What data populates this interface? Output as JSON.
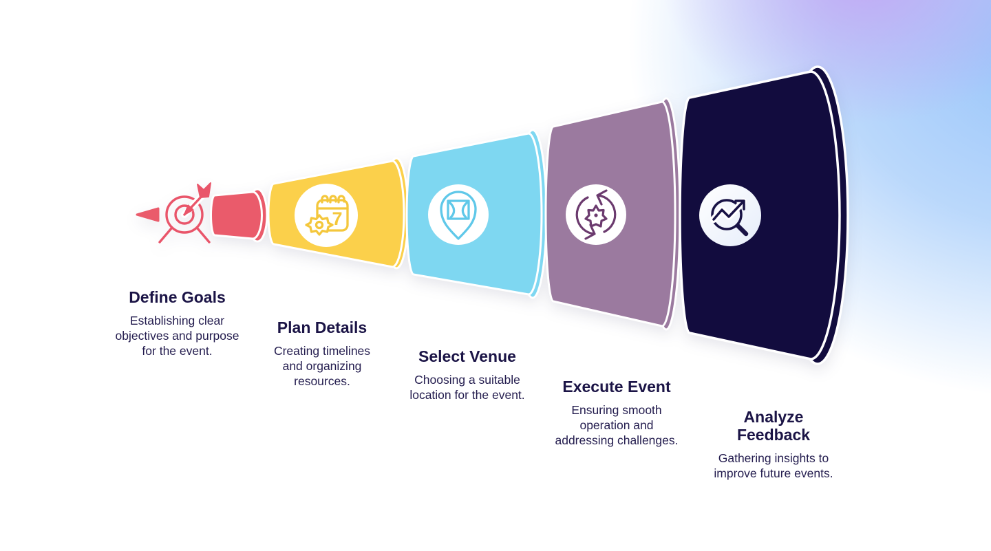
{
  "diagram": {
    "type": "funnel",
    "orientation": "horizontal-left-to-right",
    "stages": [
      {
        "label": "Define Goals",
        "description": "Establishing clear objectives and purpose for the event.",
        "color": "#EA5B6B",
        "icon": "target-arrow-icon"
      },
      {
        "label": "Plan Details",
        "description": "Creating timelines and organizing resources.",
        "color": "#FBD04B",
        "icon": "calendar-gear-icon"
      },
      {
        "label": "Select Venue",
        "description": "Choosing a suitable location for the event.",
        "color": "#7ED7F1",
        "icon": "venue-pin-icon"
      },
      {
        "label": "Execute Event",
        "description": "Ensuring smooth operation and addressing challenges.",
        "color": "#9B7A9F",
        "icon": "process-cycle-icon"
      },
      {
        "label": "Analyze Feedback",
        "description": "Gathering insights to improve future events.",
        "color": "#120C3E",
        "icon": "magnifier-trend-icon"
      }
    ],
    "text_color": "#1B1446",
    "background": {
      "base": "#FFFFFF",
      "accent_blue": "#9CC4FA",
      "accent_purple": "#C2A8F4"
    }
  }
}
